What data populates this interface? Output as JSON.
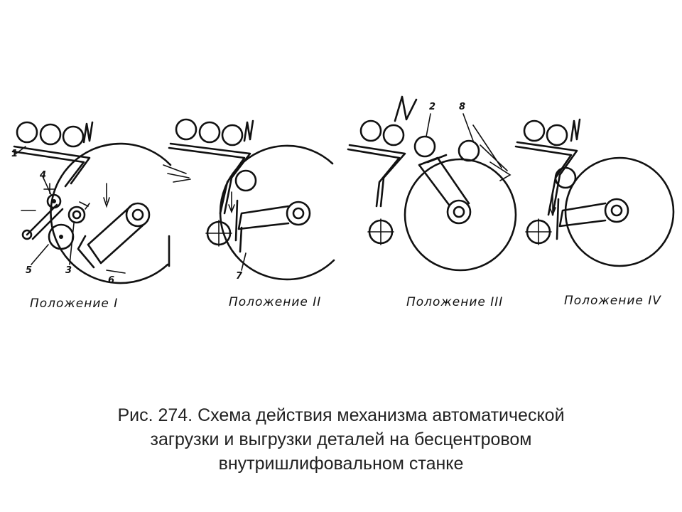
{
  "figure": {
    "positions": [
      {
        "label": "Положение I"
      },
      {
        "label": "Положение II"
      },
      {
        "label": "Положение III"
      },
      {
        "label": "Положение IV"
      }
    ],
    "part_numbers": {
      "n1": "1",
      "n2": "2",
      "n3": "3",
      "n4": "4",
      "n5": "5",
      "n6": "6",
      "n7": "7",
      "n8": "8"
    }
  },
  "caption": {
    "line1": "Рис. 274. Схема действия механизма автоматической",
    "line2": "загрузки и выгрузки деталей на бесцентровом",
    "line3": "внутришлифовальном станке"
  }
}
